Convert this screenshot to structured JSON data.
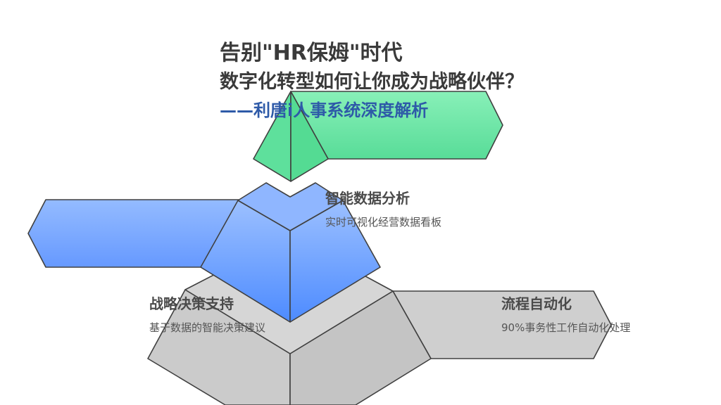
{
  "header": {
    "title": "告别\"HR保姆\"时代",
    "subtitle": "数字化转型如何让你成为战略伙伴？",
    "byline": "——利唐i人事系统深度解析"
  },
  "items": [
    {
      "title": "智能数据分析",
      "desc": "实时可视化经营数据看板",
      "color": "#5ce09a"
    },
    {
      "title": "战略决策支持",
      "desc": "基于数据的智能决策建议",
      "color": "#6ea4ff"
    },
    {
      "title": "流程自动化",
      "desc": "90%事务性工作自动化处理",
      "color": "#cfcfcf"
    }
  ],
  "colors": {
    "stroke": "#404040",
    "byline": "#2e5aa8"
  }
}
